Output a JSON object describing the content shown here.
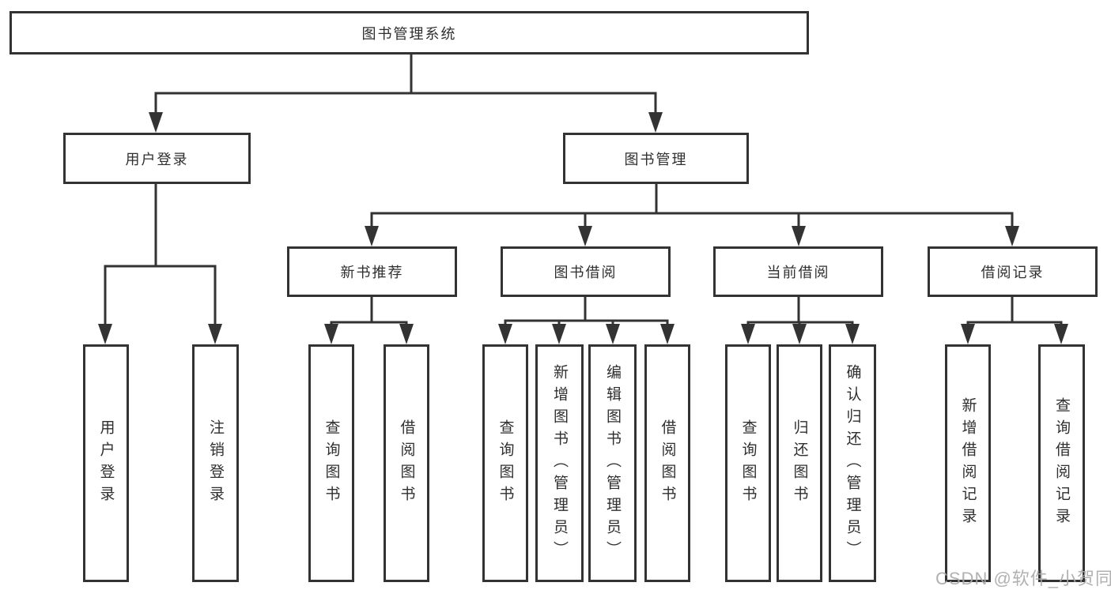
{
  "tree": {
    "root": {
      "label": "图书管理系统"
    },
    "branches": [
      {
        "label": "用户登录",
        "children": [
          {
            "label": "用户登录"
          },
          {
            "label": "注销登录"
          }
        ]
      },
      {
        "label": "图书管理",
        "children": [
          {
            "label": "新书推荐",
            "children": [
              {
                "label": "查询图书"
              },
              {
                "label": "借阅图书"
              }
            ]
          },
          {
            "label": "图书借阅",
            "children": [
              {
                "label": "查询图书"
              },
              {
                "label": "新增图书（管理员）"
              },
              {
                "label": "编辑图书（管理员）"
              },
              {
                "label": "借阅图书"
              }
            ]
          },
          {
            "label": "当前借阅",
            "children": [
              {
                "label": "查询图书"
              },
              {
                "label": "归还图书"
              },
              {
                "label": "确认归还（管理员）"
              }
            ]
          },
          {
            "label": "借阅记录",
            "children": [
              {
                "label": "新增借阅记录"
              },
              {
                "label": "查询借阅记录"
              }
            ]
          }
        ]
      }
    ]
  },
  "watermark": "CSDN @软件_小贺同学",
  "colors": {
    "line": "#333333",
    "box_border": "#333333",
    "text": "#2f2f2f",
    "watermark": "#a9a9a9",
    "background": "#ffffff"
  }
}
